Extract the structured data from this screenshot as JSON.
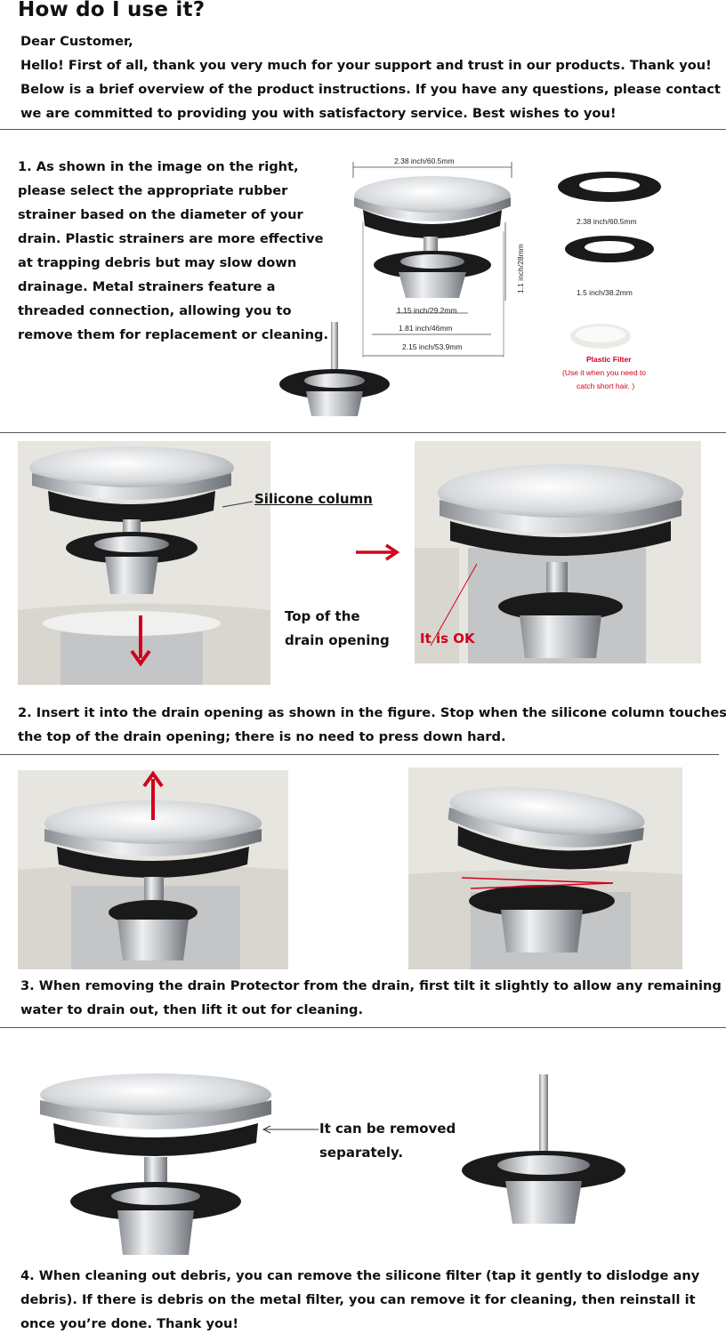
{
  "header": {
    "title": "How do I use it?",
    "intro_lines": [
      "Dear Customer,",
      "Hello! First of all, thank you very much for your support and trust in our products. Thank you!",
      "Below is a brief overview of the product instructions. If you have any questions, please contact us;",
      "we are committed to providing you with satisfactory service. Best wishes to you!"
    ]
  },
  "step1": {
    "lines": [
      "1. As shown in the image on the right,",
      "please select the appropriate rubber",
      "strainer based on the diameter of your",
      "drain. Plastic strainers are more effective",
      "at trapping debris but may slow down",
      "drainage. Metal strainers feature a",
      "threaded connection, allowing you to",
      "remove them for replacement or cleaning."
    ],
    "dims": {
      "top_width": "2.38 inch/60.5mm",
      "height": "1.1 inch/28mm",
      "inner": "1.15 inch/29.2mm",
      "mid": "1.81 inch/46mm",
      "outer": "2.15 inch/53.9mm",
      "ring_large": "2.38 inch/60.5mm",
      "ring_small": "1.5 inch/38.2mm"
    },
    "filter_label": "Plastic  Filter",
    "filter_note_1": "(Use it when you need to",
    "filter_note_2": "catch short hair. )"
  },
  "step2": {
    "silicone_label": "Silicone column",
    "top_label_1": "Top of the",
    "top_label_2": "drain opening",
    "ok_label": "It is OK",
    "lines": [
      "2. Insert it into the drain opening as shown in the figure. Stop when the silicone column touches",
      "the top of the drain opening; there is no need to press down hard."
    ]
  },
  "step3": {
    "lines": [
      "3. When removing the drain Protector from the drain, first tilt it slightly to allow any remaining",
      "water to drain out, then lift it out for cleaning."
    ]
  },
  "step4": {
    "removed_1": "It can be removed",
    "removed_2": "separately.",
    "lines": [
      "4. When cleaning out debris, you can remove the silicone filter (tap it gently to dislodge any",
      "debris). If there is debris on the metal filter, you can remove it for cleaning, then reinstall it",
      "once you’re done. Thank you!"
    ]
  },
  "colors": {
    "accent_red": "#d0021b",
    "rubber": "#1a1a1a",
    "steel": "#b8bcc0"
  }
}
